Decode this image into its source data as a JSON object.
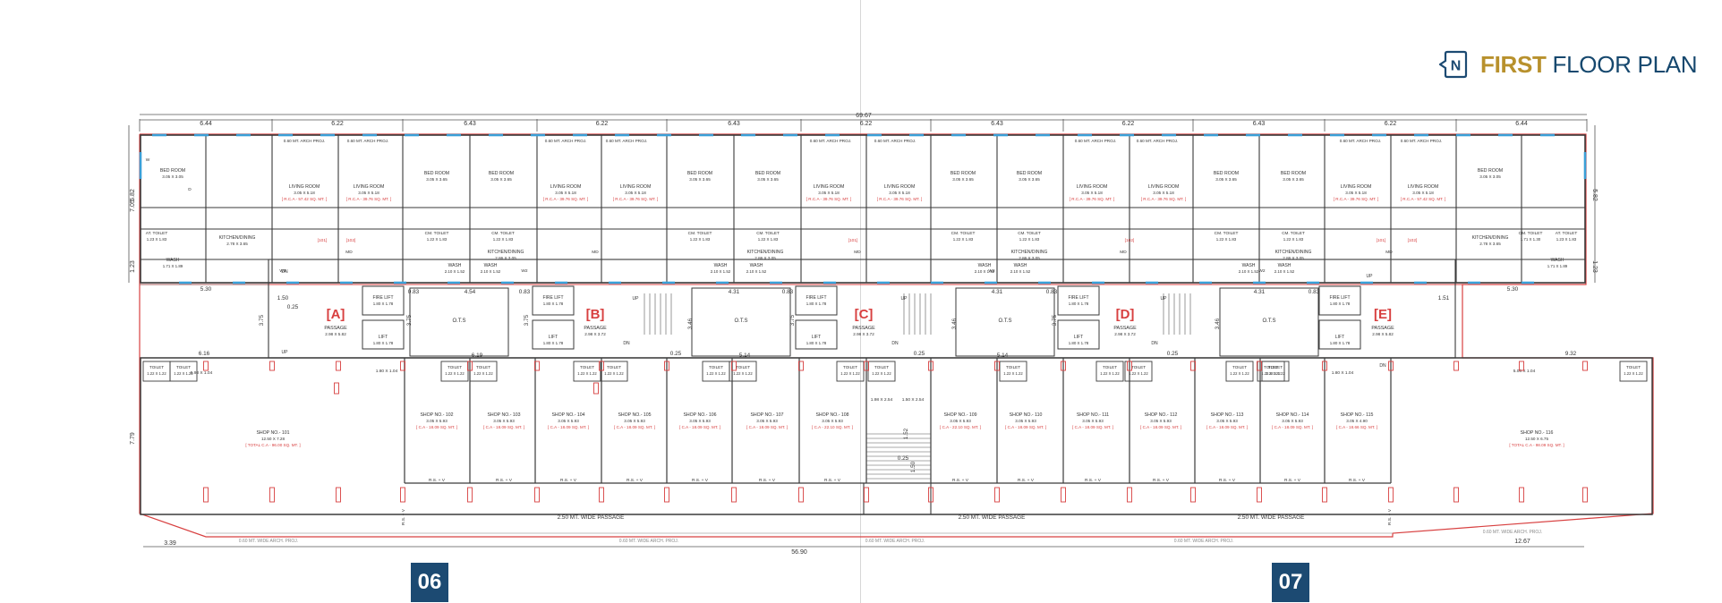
{
  "title": {
    "part1": "FIRST",
    "part2": "FLOOR PLAN"
  },
  "logo_letter": "N",
  "page_numbers": [
    "06",
    "07"
  ],
  "colors": {
    "brand_blue": "#1c4a72",
    "brand_gold": "#b8912d",
    "wall": "#3a3a3a",
    "boundary": "#d84040",
    "window": "#3aa0d8",
    "area_text": "#d84040"
  },
  "overall_dims": {
    "top": "69.67",
    "bottom": "56.90"
  },
  "top_dims": [
    "6.44",
    "6.22",
    "6.43",
    "6.22",
    "6.43",
    "6.22",
    "6.43",
    "6.22",
    "6.43",
    "6.22",
    "6.44"
  ],
  "side_dims_left": [
    "7.05",
    "5.82",
    "1.23",
    "7.79",
    "3.39"
  ],
  "side_dims_right": [
    "5.82",
    "1.23",
    "12.67"
  ],
  "inner_dims": [
    "5.30",
    "4.54",
    "0.83",
    "0.83",
    "4.31",
    "0.83",
    "4.31",
    "0.83",
    "4.31",
    "0.83",
    "5.30",
    "6.16",
    "6.19",
    "5.14",
    "5.14",
    "9.32",
    "3.75",
    "3.75",
    "3.75",
    "3.75",
    "3.75",
    "1.50",
    "1.51",
    "0.25",
    "0.25",
    "0.25",
    "0.25",
    "3.46",
    "3.46",
    "3.46",
    "1.52",
    "1.50",
    "0.25"
  ],
  "units": [
    {
      "bed": "BED ROOM",
      "bed_size": "3.05 X 3.05",
      "living": "LIVING ROOM",
      "living_size": "3.05 X 5.18",
      "rca": "[ R.C.A - 57.42 SQ. MT. ]",
      "kit": "KITCHEN/DINING",
      "kit_size": "2.78 X 3.65",
      "toilet": "AT. TOILET",
      "toilet_size": "1.23 X 1.83",
      "wash": "WASH",
      "wash_size": "1.71 X 1.89"
    },
    {
      "bed": "BED ROOM",
      "bed_size": "3.05 X 3.65",
      "living": "LIVING ROOM",
      "living_size": "3.05 X 5.18",
      "rca": "[ R.C.A - 39.76 SQ. MT. ]",
      "kit": "KITCHEN/DINING",
      "kit_size": "2.86 X 3.05",
      "toilet": "CM. TOILET",
      "toilet_size": "1.22 X 1.83",
      "wash": "WASH",
      "wash_size": "2.10 X 1.52"
    },
    {
      "bed": "BED ROOM",
      "bed_size": "3.05 X 3.65",
      "living": "LIVING ROOM",
      "living_size": "3.05 X 5.18",
      "rca": "[ R.C.A - 39.76 SQ. MT. ]",
      "kit": "KITCHEN/DINING",
      "kit_size": "2.86 X 3.05",
      "toilet": "CM. TOILET",
      "toilet_size": "1.22 X 1.83",
      "wash": "WASH",
      "wash_size": "2.10 X 1.52"
    },
    {
      "bed": "BED ROOM",
      "bed_size": "3.05 X 3.65",
      "living": "LIVING ROOM",
      "living_size": "3.05 X 5.18",
      "rca": "[ R.C.A - 39.76 SQ. MT. ]",
      "kit": "KITCHEN/DINING",
      "kit_size": "2.86 X 3.05",
      "toilet": "CM. TOILET",
      "toilet_size": "1.22 X 1.83",
      "wash": "WASH",
      "wash_size": "2.10 X 1.52"
    },
    {
      "bed": "BED ROOM",
      "bed_size": "3.05 X 3.65",
      "living": "LIVING ROOM",
      "living_size": "3.05 X 5.18",
      "rca": "[ R.C.A - 39.76 SQ. MT. ]",
      "kit": "KITCHEN/DINING",
      "kit_size": "2.86 X 3.05",
      "toilet": "CM. TOILET",
      "toilet_size": "1.22 X 1.83",
      "wash": "WASH",
      "wash_size": "2.10 X 1.52"
    },
    {
      "bed": "BED ROOM",
      "bed_size": "3.05 X 3.05",
      "living": "LIVING ROOM",
      "living_size": "3.05 X 5.18",
      "rca": "[ R.C.A - 57.42 SQ. MT. ]",
      "kit": "KITCHEN/DINING",
      "kit_size": "2.78 X 3.65",
      "toilet": "CM. TOILET",
      "toilet_size": "1.71 X 1.30",
      "wash": "WASH",
      "wash_size": "1.71 X 1.89"
    }
  ],
  "right_toilet_label": "AT. TOILET",
  "right_toilet_size": "1.23 X 1.83",
  "arch_label": "0.60 MT. ARCH PROJ.",
  "arch_bottom_label": "0.60 MT. WIDE ARCH. PROJ.",
  "cores": [
    {
      "letter": "[A]",
      "passage": "PASSAGE",
      "passage_size": "2.98 X 5.82",
      "fire": "FIRE LIFT",
      "fire_size": "1.80 X 1.78",
      "lift": "LIFT",
      "lift_size": "1.80 X 1.78"
    },
    {
      "letter": "[B]",
      "passage": "PASSAGE",
      "passage_size": "2.98 X 3.72",
      "fire": "FIRE LIFT",
      "fire_size": "1.80 X 1.78",
      "lift": "LIFT",
      "lift_size": "1.80 X 1.78"
    },
    {
      "letter": "[C]",
      "passage": "PASSAGE",
      "passage_size": "2.98 X 3.72",
      "fire": "FIRE LIFT",
      "fire_size": "1.80 X 1.78",
      "lift": "LIFT",
      "lift_size": "1.80 X 1.78"
    },
    {
      "letter": "[D]",
      "passage": "PASSAGE",
      "passage_size": "2.98 X 3.72",
      "fire": "FIRE LIFT",
      "fire_size": "1.80 X 1.78",
      "lift": "LIFT",
      "lift_size": "1.80 X 1.78"
    },
    {
      "letter": "[E]",
      "passage": "PASSAGE",
      "passage_size": "2.98 X 5.82",
      "fire": "FIRE LIFT",
      "fire_size": "1.80 X 1.78",
      "lift": "LIFT",
      "lift_size": "1.80 X 1.78"
    }
  ],
  "ots": "O.T.S",
  "stair_labels": {
    "up": "UP",
    "dn": "DN"
  },
  "shops": [
    {
      "no": "SHOP NO.- 101",
      "size": "12.50 X 7.28",
      "area": "[ TOTAL C.A - 96.00 SQ. MT. ]"
    },
    {
      "no": "SHOP NO.- 102",
      "size": "3.05 X 5.93",
      "area": "[ C.A - 18.09 SQ. MT. ]"
    },
    {
      "no": "SHOP NO.- 103",
      "size": "3.05 X 5.93",
      "area": "[ C.A - 18.09 SQ. MT. ]"
    },
    {
      "no": "SHOP NO.- 104",
      "size": "3.05 X 5.93",
      "area": "[ C.A - 18.09 SQ. MT. ]"
    },
    {
      "no": "SHOP NO.- 105",
      "size": "3.05 X 5.93",
      "area": "[ C.A - 18.09 SQ. MT. ]"
    },
    {
      "no": "SHOP NO.- 106",
      "size": "3.05 X 5.93",
      "area": "[ C.A - 18.09 SQ. MT. ]"
    },
    {
      "no": "SHOP NO.- 107",
      "size": "3.05 X 5.93",
      "area": "[ C.A - 18.09 SQ. MT. ]"
    },
    {
      "no": "SHOP NO.- 108",
      "size": "3.05 X 5.93",
      "area": "[ C.A - 22.10 SQ. MT. ]"
    },
    {
      "no": "SHOP NO.- 109",
      "size": "3.05 X 5.93",
      "area": "[ C.A - 22.10 SQ. MT. ]"
    },
    {
      "no": "SHOP NO.- 110",
      "size": "3.05 X 5.93",
      "area": "[ C.A - 18.09 SQ. MT. ]"
    },
    {
      "no": "SHOP NO.- 111",
      "size": "3.05 X 5.93",
      "area": "[ C.A - 18.09 SQ. MT. ]"
    },
    {
      "no": "SHOP NO.- 112",
      "size": "3.05 X 5.93",
      "area": "[ C.A - 18.09 SQ. MT. ]"
    },
    {
      "no": "SHOP NO.- 113",
      "size": "3.05 X 5.93",
      "area": "[ C.A - 18.09 SQ. MT. ]"
    },
    {
      "no": "SHOP NO.- 114",
      "size": "3.05 X 5.93",
      "area": "[ C.A - 18.09 SQ. MT. ]"
    },
    {
      "no": "SHOP NO.- 115",
      "size": "3.05 X 4.90",
      "area": "[ C.A - 18.66 SQ. MT. ]"
    },
    {
      "no": "SHOP NO.- 116",
      "size": "12.50 X 6.75",
      "area": "[ TOTAL C.A - 98.09 SQ. MT. ]"
    }
  ],
  "shop_toilet": "TOILET",
  "shop_toilet_size": "1.22 X 1.22",
  "misc_small": [
    "5.93 X 1.04",
    "1.80 X 1.04",
    "1.98 X 2.54",
    "1.50 X 2.54",
    "1.80 X 1.04",
    "5.06 X 1.04"
  ],
  "rs_label": "R.S. + V",
  "passage_label": "2.50 MT. WIDE PASSAGE",
  "room_codes": [
    "D",
    "W",
    "MD",
    "W1",
    "W2",
    "[101]",
    "[102]",
    "D1"
  ]
}
